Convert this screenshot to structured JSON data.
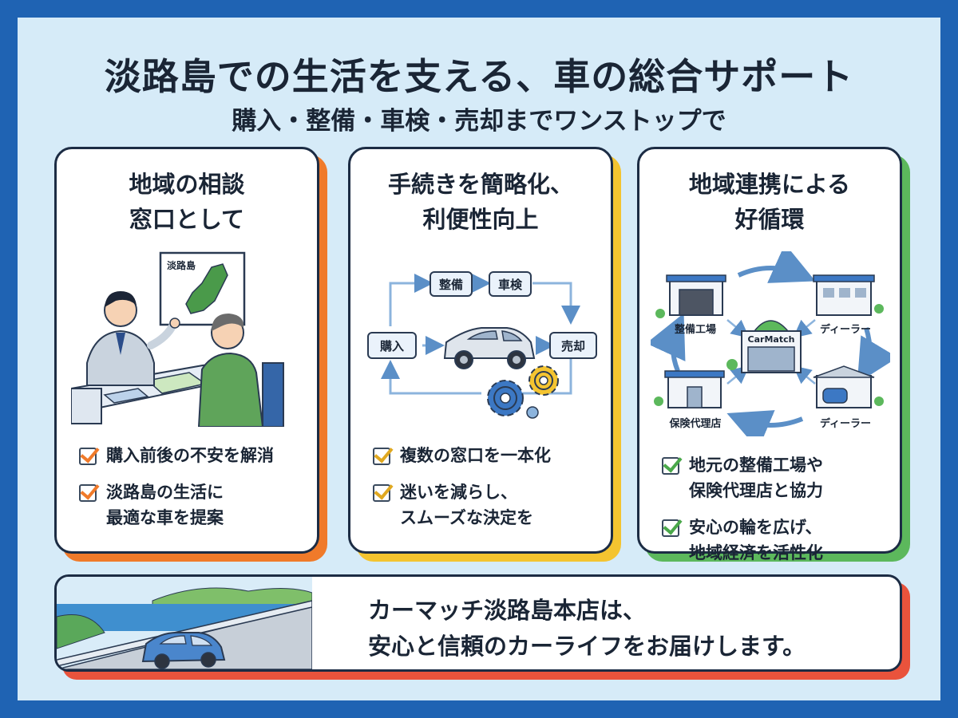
{
  "header": {
    "title": "淡路島での生活を支える、車の総合サポート",
    "subtitle": "購入・整備・車検・売却までワンストップで"
  },
  "colors": {
    "frame": "#1f63b3",
    "background": "#d6ebf8",
    "card1_accent": "#f07a2a",
    "card2_accent": "#f4c430",
    "card3_accent": "#5cb85c",
    "banner_accent": "#e9533c"
  },
  "cards": [
    {
      "title_line1": "地域の相談",
      "title_line2": "窓口として",
      "map_label": "淡路島",
      "checks": [
        {
          "line1": "購入前後の不安を解消",
          "line2": ""
        },
        {
          "line1": "淡路島の生活に",
          "line2": "最適な車を提案"
        }
      ]
    },
    {
      "title_line1": "手続きを簡略化、",
      "title_line2": "利便性向上",
      "flow": {
        "seibi": "整備",
        "shaken": "車検",
        "kounyu": "購入",
        "baikyaku": "売却"
      },
      "checks": [
        {
          "line1": "複数の窓口を一本化",
          "line2": ""
        },
        {
          "line1": "迷いを減らし、",
          "line2": "スムーズな決定を"
        }
      ]
    },
    {
      "title_line1": "地域連携による",
      "title_line2": "好循環",
      "network": {
        "top_left": "整備工場",
        "top_right": "ディーラー",
        "center": "CarMatch",
        "bottom_left": "保険代理店",
        "bottom_right": "ディーラー"
      },
      "checks": [
        {
          "line1": "地元の整備工場や",
          "line2": "保険代理店と協力"
        },
        {
          "line1": "安心の輪を広げ、",
          "line2": "地域経済を活性化"
        }
      ]
    }
  ],
  "banner": {
    "line1": "カーマッチ淡路島本店は、",
    "line2": "安心と信頼のカーライフをお届けします。"
  },
  "icons": [
    "check-icon",
    "car-icon",
    "gear-icon",
    "building-icon",
    "arrow-icon",
    "map-icon",
    "person-icon"
  ]
}
